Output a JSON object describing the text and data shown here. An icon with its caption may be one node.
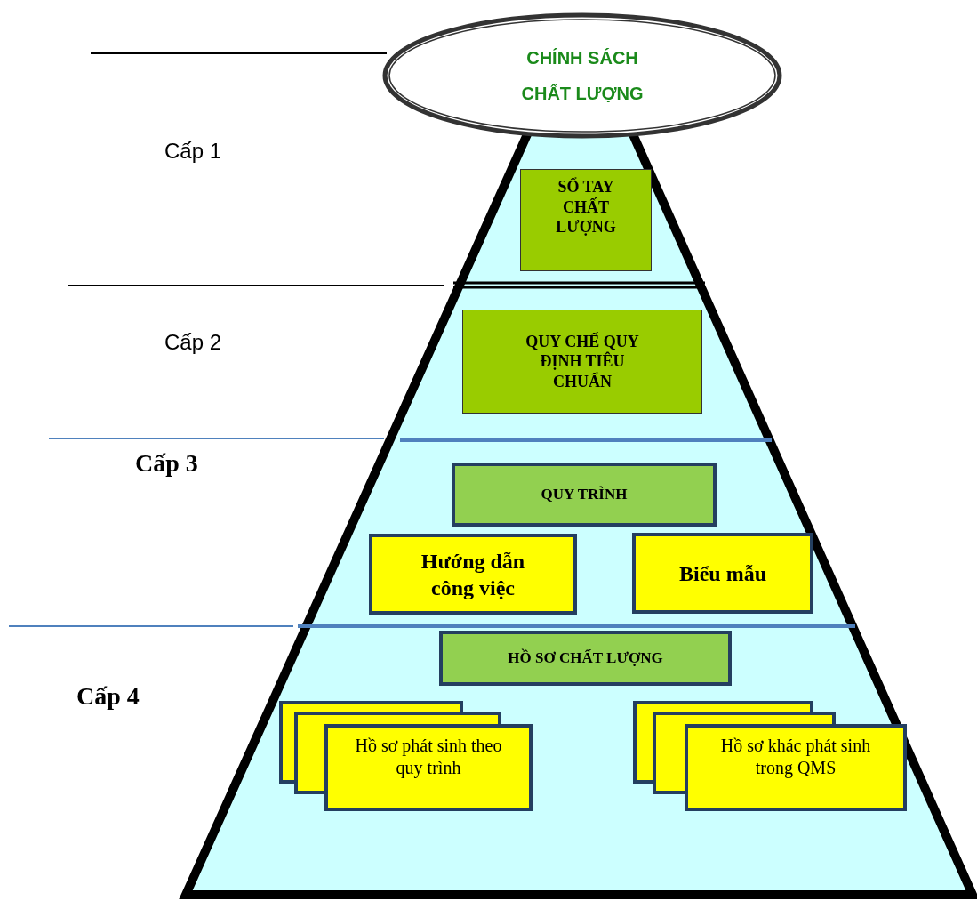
{
  "diagram": {
    "nodes": [
      {
        "text": [
          "CHÍNH SÁCH CHẤT LƯỢNG"
        ]
      },
      {
        "text": [
          "SỔ TAY CHẤT LƯỢNG"
        ]
      },
      {
        "text": [
          "QUY CHẾ QUY ĐỊNH TIÊU CHUẨN"
        ]
      },
      {
        "text": [
          "QUY TRÌNH"
        ]
      },
      {
        "text": [
          "Hướng dẫn công việc"
        ]
      },
      {
        "text": [
          "Biểu mẫu"
        ]
      },
      {
        "text": [
          "HỒ SƠ CHẤT LƯỢNG"
        ]
      },
      {
        "text": [
          "Hồ sơ phát sinh theo quy trình"
        ]
      },
      {
        "text": [
          "Hồ sơ khác phát sinh trong QMS"
        ]
      }
    ],
    "edges": [],
    "labels": [
      "Cấp 1",
      "Cấp 2",
      "Cấp 3",
      "Cấp 4"
    ]
  }
}
